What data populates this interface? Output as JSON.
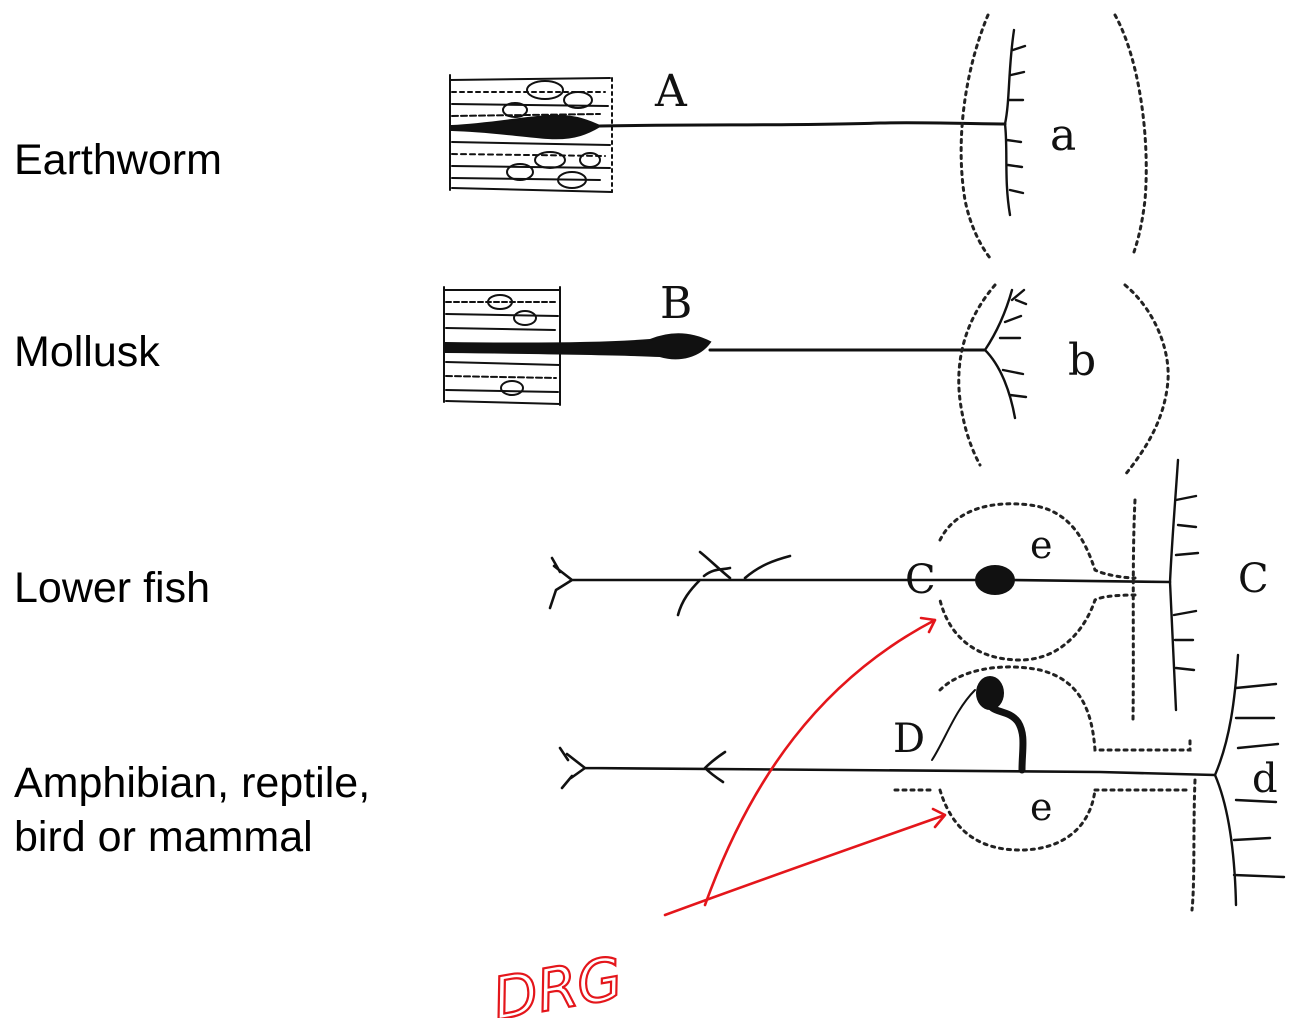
{
  "species_labels": [
    "Earthworm",
    "Mollusk",
    "Lower fish",
    "Amphibian, reptile,\nbird or mammal"
  ],
  "figure_letters": {
    "A": "A",
    "a": "a",
    "B": "B",
    "b": "b",
    "C_left": "C",
    "C_right": "C",
    "e_upper": "e",
    "D": "D",
    "d": "d",
    "e_lower": "e"
  },
  "annotation": {
    "text": "DRG",
    "color": "#e4161b"
  }
}
